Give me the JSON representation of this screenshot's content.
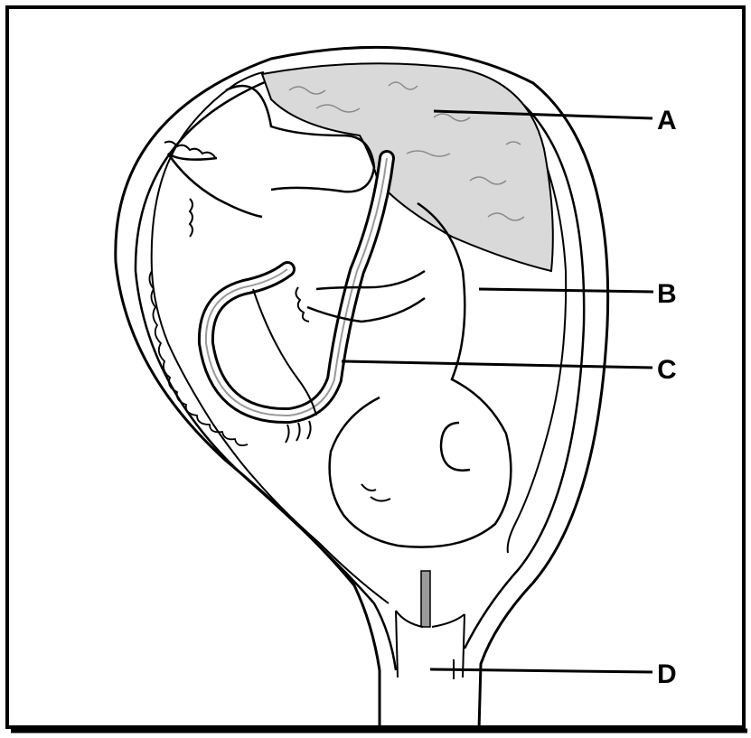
{
  "diagram": {
    "labels": [
      {
        "id": "A",
        "text": "A"
      },
      {
        "id": "B",
        "text": "B"
      },
      {
        "id": "C",
        "text": "C"
      },
      {
        "id": "D",
        "text": "D"
      }
    ],
    "colors": {
      "stroke": "#000000",
      "background": "#ffffff",
      "placenta_fill": "#d9d9d9",
      "cervical_plug": "#9a9a9a"
    }
  }
}
